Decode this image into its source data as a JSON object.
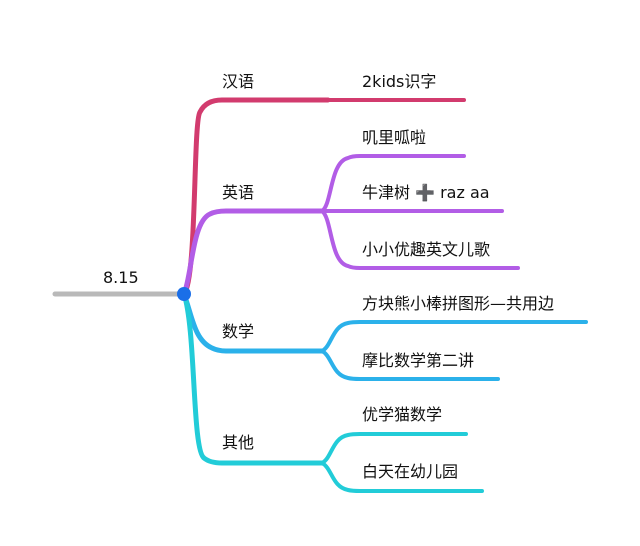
{
  "colors": {
    "root_line": "#b9b9b9",
    "root_dot": "#1a6fe8",
    "chinese": "#d23b6e",
    "english": "#b25de6",
    "math": "#2bb1ea",
    "other": "#22ccd8"
  },
  "mindmap": {
    "root": "8.15",
    "branches": [
      {
        "label": "汉语",
        "color_key": "chinese",
        "children": [
          "2kids识字"
        ]
      },
      {
        "label": "英语",
        "color_key": "english",
        "children": [
          "叽里呱啦",
          "牛津树 ➕ raz aa",
          "小小优趣英文儿歌"
        ]
      },
      {
        "label": "数学",
        "color_key": "math",
        "children": [
          "方块熊小棒拼图形—共用边",
          "摩比数学第二讲"
        ]
      },
      {
        "label": "其他",
        "color_key": "other",
        "children": [
          "优学猫数学",
          "白天在幼儿园"
        ]
      }
    ]
  }
}
